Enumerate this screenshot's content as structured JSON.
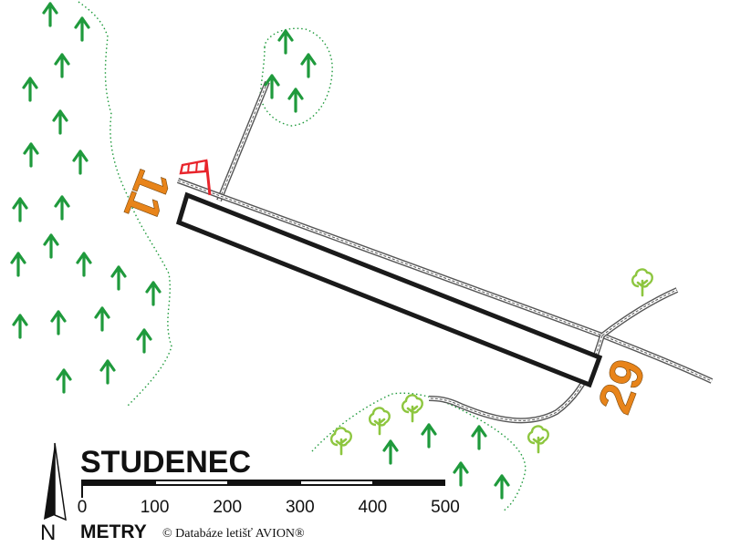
{
  "title": "STUDENEC",
  "runway": {
    "designator_west": "11",
    "designator_east": "29"
  },
  "scale": {
    "ticks": [
      "0",
      "100",
      "200",
      "300",
      "400",
      "500"
    ],
    "unit": "METRY"
  },
  "north_label": "N",
  "copyright": "© Databáze letišť AVION®",
  "colors": {
    "conifer": "#1f9a3c",
    "deciduous": "#8dc63f",
    "runway_number": "#e8841a",
    "windsock": "#e8242b",
    "outline": "#000000"
  },
  "icons": [
    "conifer-tree-icon",
    "deciduous-tree-icon",
    "windsock-icon",
    "north-arrow-icon"
  ]
}
